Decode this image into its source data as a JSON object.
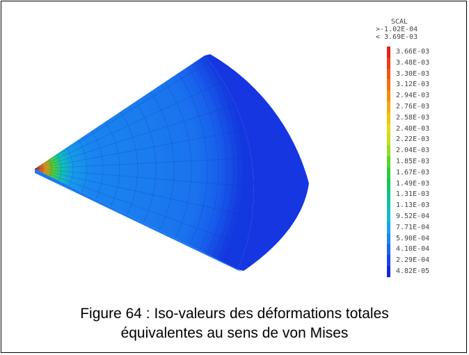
{
  "legend": {
    "title": "SCAL",
    "min_label": ">-1.02E-04",
    "max_label": "< 3.69E-03",
    "levels": [
      {
        "label": "3.66E-03",
        "color": "#e8201a"
      },
      {
        "label": "3.48E-03",
        "color": "#ee3a14"
      },
      {
        "label": "3.30E-03",
        "color": "#f2560f"
      },
      {
        "label": "3.12E-03",
        "color": "#f3720c"
      },
      {
        "label": "2.94E-03",
        "color": "#f48e0a"
      },
      {
        "label": "2.76E-03",
        "color": "#f4a80a"
      },
      {
        "label": "2.58E-03",
        "color": "#f2c20c"
      },
      {
        "label": "2.40E-03",
        "color": "#e6d812"
      },
      {
        "label": "2.22E-03",
        "color": "#c4e01a"
      },
      {
        "label": "2.04E-03",
        "color": "#96dc20"
      },
      {
        "label": "1.85E-03",
        "color": "#5cd42a"
      },
      {
        "label": "1.67E-03",
        "color": "#2ecc3c"
      },
      {
        "label": "1.49E-03",
        "color": "#18c45e"
      },
      {
        "label": "1.31E-03",
        "color": "#12c284"
      },
      {
        "label": "1.13E-03",
        "color": "#10c2ac"
      },
      {
        "label": "9.52E-04",
        "color": "#12bcd2"
      },
      {
        "label": "7.71E-04",
        "color": "#16a4ea"
      },
      {
        "label": "5.90E-04",
        "color": "#1a86f0"
      },
      {
        "label": "4.10E-04",
        "color": "#1a64ee"
      },
      {
        "label": "2.29E-04",
        "color": "#1a42e8"
      },
      {
        "label": "4.82E-05",
        "color": "#1426dc"
      }
    ]
  },
  "caption": {
    "line1": "Figure 64 : Iso-valeurs des déformations totales",
    "line2": "équivalentes au sens de von Mises"
  }
}
